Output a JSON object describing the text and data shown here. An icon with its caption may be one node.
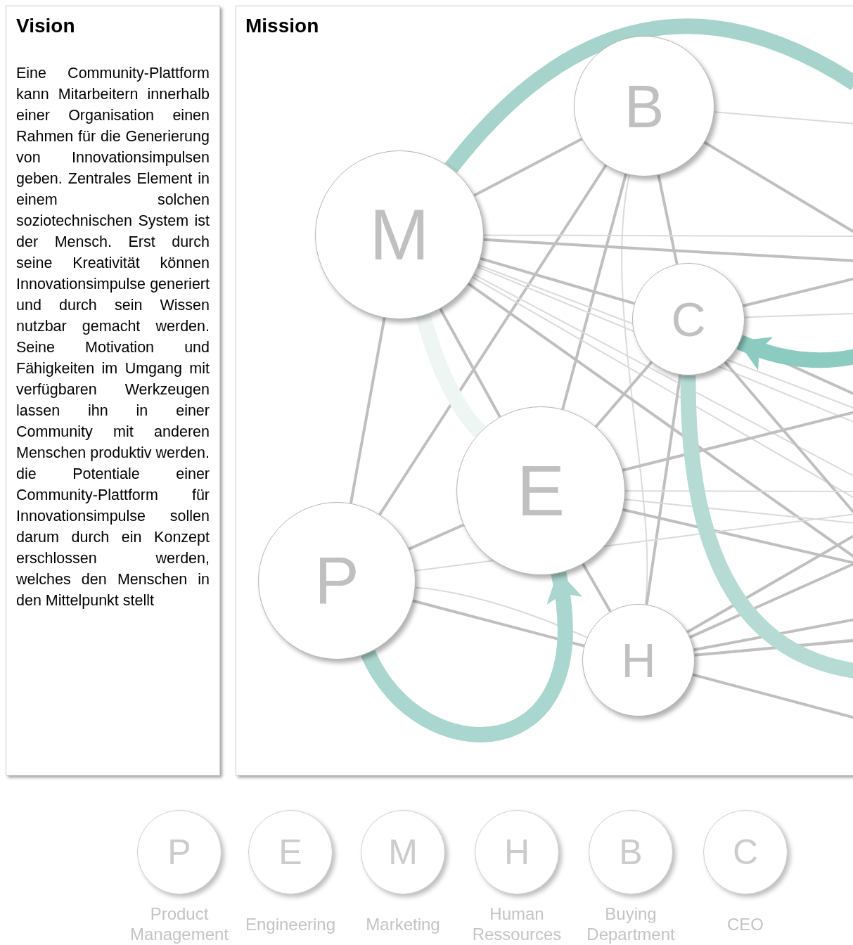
{
  "diagram": {
    "nodes": [
      {
        "text": [
          "Vision",
          "Eine Community-Plattform kann Mitarbeitern innerhalb einer Organisation einen Rahmen für die Generierung von Innovationsimpulsen geben. Zentrales Element in einem solchen soziotechnischen System ist der Mensch. Erst durch seine Kreativität können Innovationsimpulse generiert und durch sein Wissen nutzbar gemacht werden. Seine Motivation und Fähigkeiten im Umgang mit verfügbaren Werkzeugen lassen ihn in einer Community mit anderen Menschen produktiv werden. die Potentiale einer Community-Plattform für Innovationsimpulse sollen darum durch ein Konzept erschlossen werden, welches den Menschen in den Mittelpunkt stellt"
        ]
      },
      {
        "text": [
          "Mission"
        ]
      },
      {
        "text": [
          "B"
        ],
        "in": 1
      },
      {
        "text": [
          "M"
        ],
        "in": 1
      },
      {
        "text": [
          "C"
        ],
        "in": 1
      },
      {
        "text": [
          "E"
        ],
        "in": 1
      },
      {
        "text": [
          "P"
        ],
        "in": 1
      },
      {
        "text": [
          "H"
        ],
        "in": 1
      },
      {
        "text": [
          "P"
        ],
        "beside": [
          "Product Management"
        ]
      },
      {
        "text": [
          "E"
        ],
        "beside": [
          "Engineering"
        ]
      },
      {
        "text": [
          "M"
        ],
        "beside": [
          "Marketing"
        ]
      },
      {
        "text": [
          "H"
        ],
        "beside": [
          "Human Ressources"
        ]
      },
      {
        "text": [
          "B"
        ],
        "beside": [
          "Buying Department"
        ]
      },
      {
        "text": [
          "C"
        ],
        "beside": [
          "CEO"
        ]
      }
    ],
    "edges": [
      {
        "from": 3,
        "to": 2,
        "arrow": "none"
      },
      {
        "from": 3,
        "to": 6,
        "arrow": "none"
      },
      {
        "from": 2,
        "to": 6,
        "arrow": "none"
      },
      {
        "from": 2,
        "to": 5,
        "arrow": "none"
      },
      {
        "from": 2,
        "to": 4,
        "arrow": "none"
      },
      {
        "from": 2,
        "to": 7,
        "arrow": "none",
        "color": "#dadada"
      },
      {
        "from": 2,
        "to": null,
        "arrow": "none",
        "color": "#dadada"
      },
      {
        "from": 2,
        "to": null,
        "arrow": "none"
      },
      {
        "from": 3,
        "to": null,
        "arrow": "none",
        "color": "#dadada"
      },
      {
        "from": 3,
        "to": null,
        "arrow": "none"
      },
      {
        "from": 3,
        "to": 4,
        "arrow": "none"
      },
      {
        "from": 3,
        "to": null,
        "arrow": "none"
      },
      {
        "from": 3,
        "to": null,
        "arrow": "none",
        "color": "#dadada"
      },
      {
        "from": 3,
        "to": null,
        "arrow": "none",
        "color": "#dadada"
      },
      {
        "from": 3,
        "to": null,
        "arrow": "none",
        "color": "#dadada"
      },
      {
        "from": 3,
        "to": null,
        "arrow": "none",
        "color": "#dadada"
      },
      {
        "from": 3,
        "to": 5,
        "arrow": "none"
      },
      {
        "from": 5,
        "to": 4,
        "arrow": "none"
      },
      {
        "from": 4,
        "to": null,
        "arrow": "none"
      },
      {
        "from": 4,
        "to": null,
        "arrow": "none",
        "color": "#dadada"
      },
      {
        "from": 4,
        "to": null,
        "arrow": "none"
      },
      {
        "from": 4,
        "to": 7,
        "arrow": "none"
      },
      {
        "from": 4,
        "to": null,
        "arrow": "none"
      },
      {
        "from": 5,
        "to": null,
        "arrow": "none"
      },
      {
        "from": 5,
        "to": null,
        "arrow": "none",
        "color": "#dadada"
      },
      {
        "from": 5,
        "to": null,
        "arrow": "none",
        "color": "#dadada"
      },
      {
        "from": 5,
        "to": null,
        "arrow": "none"
      },
      {
        "from": 5,
        "to": 7,
        "arrow": "none"
      },
      {
        "from": 5,
        "to": 6,
        "arrow": "none"
      },
      {
        "from": 6,
        "to": 7,
        "arrow": "none"
      },
      {
        "from": 6,
        "to": 7,
        "arrow": "none",
        "color": "#dadada"
      },
      {
        "from": 6,
        "to": null,
        "arrow": "none",
        "color": "#dadada"
      },
      {
        "from": 7,
        "to": null,
        "arrow": "none"
      },
      {
        "from": 7,
        "to": null,
        "arrow": "none"
      },
      {
        "from": 7,
        "to": null,
        "arrow": "none",
        "color": "#dadada"
      },
      {
        "from": 7,
        "to": null,
        "arrow": "none"
      },
      {
        "from": 7,
        "to": null,
        "arrow": "none"
      },
      {
        "from": 7,
        "to": null,
        "arrow": "none"
      },
      {
        "from": 3,
        "to": null,
        "arrow": "none",
        "style": "thick",
        "color": "#a6d3cb"
      },
      {
        "from": null,
        "to": 4,
        "arrow": "to",
        "style": "thick",
        "color": "#8ccbbf"
      },
      {
        "from": 6,
        "to": 5,
        "arrow": "to",
        "style": "thick",
        "color": "#a9d6ce"
      },
      {
        "from": 3,
        "to": 5,
        "arrow": "none",
        "style": "thick",
        "color": "#eef6f4"
      },
      {
        "from": 4,
        "to": null,
        "arrow": "none",
        "style": "thick",
        "color": "#b5dbd4"
      }
    ]
  }
}
